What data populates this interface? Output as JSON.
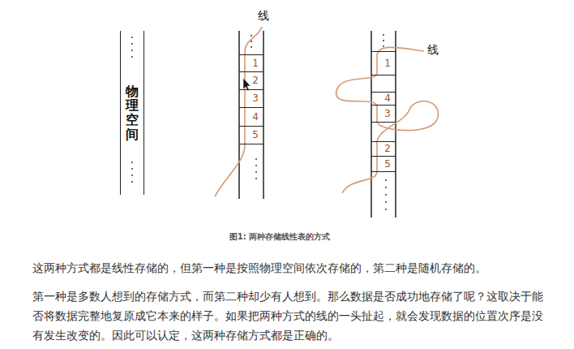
{
  "diagram": {
    "caption": "图1: 两种存储线性表的方式",
    "nodes": [
      {
        "text": [
          "物理空间"
        ]
      },
      {
        "text": [
          "1"
        ]
      },
      {
        "text": [
          "2"
        ]
      },
      {
        "text": [
          "3"
        ]
      },
      {
        "text": [
          "4"
        ]
      },
      {
        "text": [
          "5"
        ]
      },
      {
        "text": [
          "1"
        ]
      },
      {
        "text": [
          "4"
        ]
      },
      {
        "text": [
          "3"
        ]
      },
      {
        "text": [
          "2"
        ]
      },
      {
        "text": [
          "5"
        ]
      }
    ],
    "labels": [
      "线",
      "线",
      "这两种方式都是线性存储的，但第一种是按照物理空间依次存储的，第二种是随机存储的。",
      "第一种是多数人想到的存储方式，而第二种却少有人想到。那么数据是否成功地存储了呢？这取决于能否将数据完整地复原成它本来的样子。如果把两种方式的线的一头扯起，就会发现数据的位置次序是没有发生改变的。因此可以认定，这两种存储方式都是正确的。"
    ]
  }
}
